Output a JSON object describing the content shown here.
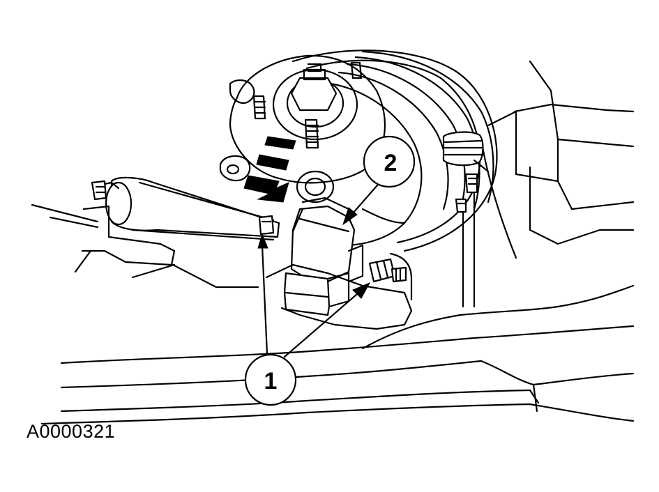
{
  "figure": {
    "id": "A0000321"
  },
  "callouts": [
    {
      "label": "1"
    },
    {
      "label": "2"
    }
  ]
}
